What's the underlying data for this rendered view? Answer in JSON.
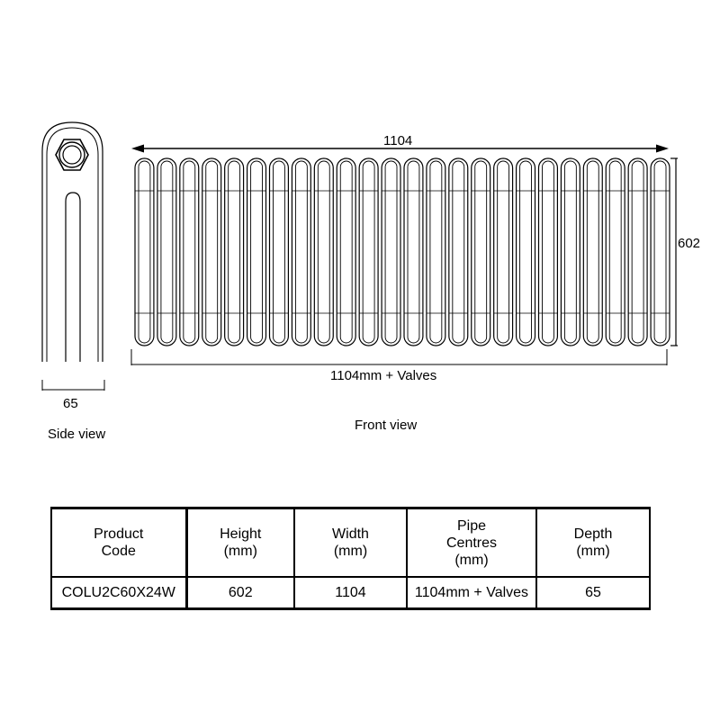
{
  "dimensions": {
    "width_top": "1104",
    "height_right": "602",
    "width_bottom": "1104mm + Valves",
    "depth_side": "65"
  },
  "captions": {
    "side_view": "Side view",
    "front_view": "Front view"
  },
  "front_view": {
    "column_count": 24
  },
  "table": {
    "headers": [
      [
        "Product",
        "Code"
      ],
      [
        "Height",
        "(mm)"
      ],
      [
        "Width",
        "(mm)"
      ],
      [
        "Pipe",
        "Centres",
        "(mm)"
      ],
      [
        "Depth",
        "(mm)"
      ]
    ],
    "rows": [
      [
        "COLU2C60X24W",
        "602",
        "1104",
        "1104mm + Valves",
        "65"
      ]
    ]
  }
}
